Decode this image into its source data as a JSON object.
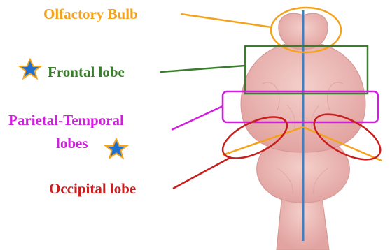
{
  "labels": {
    "olfactory_bulb": "Olfactory Bulb",
    "frontal_lobe": "Frontal lobe",
    "parietal_temporal_line1": "Parietal-Temporal",
    "parietal_temporal_line2": "lobes",
    "occipital_lobe": "Occipital lobe"
  },
  "colors": {
    "olfactory": "#f5a21b",
    "frontal": "#3a7d2c",
    "parietal": "#d21ee0",
    "occipital": "#c81e1e",
    "midline": "#3f7fc2",
    "star_fill": "#1f6fd1",
    "star_stroke": "#f5a21b",
    "brain_fill": "#ebb7b4",
    "brain_shade": "#d99a98"
  },
  "icons": {
    "star": "star-icon"
  }
}
